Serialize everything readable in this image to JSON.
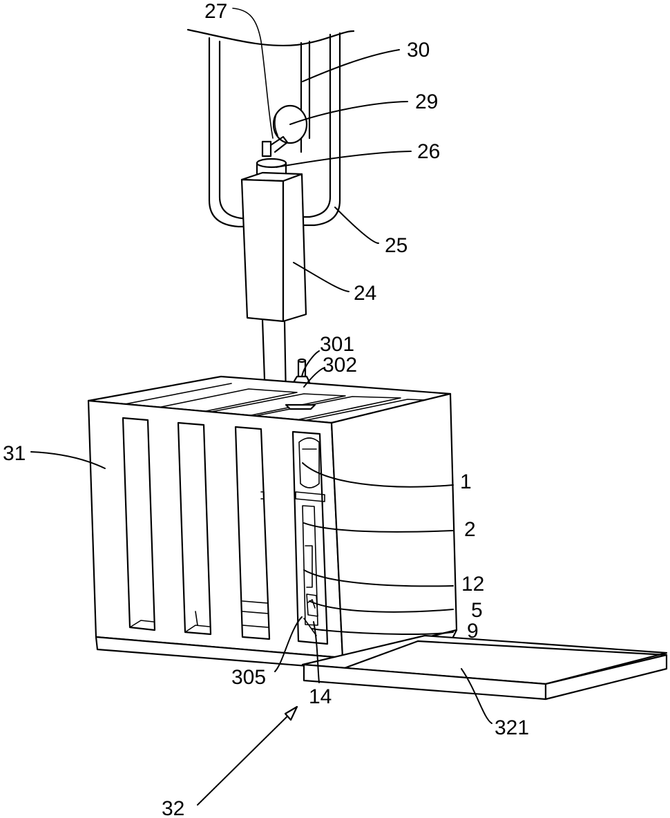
{
  "figure": {
    "labels": {
      "l27": "27",
      "l30": "30",
      "l29": "29",
      "l26": "26",
      "l25": "25",
      "l24": "24",
      "l301": "301",
      "l302": "302",
      "l31": "31",
      "l1": "1",
      "l2": "2",
      "l12": "12",
      "l5": "5",
      "l9": "9",
      "l305": "305",
      "l14": "14",
      "l321": "321",
      "l32": "32"
    }
  }
}
